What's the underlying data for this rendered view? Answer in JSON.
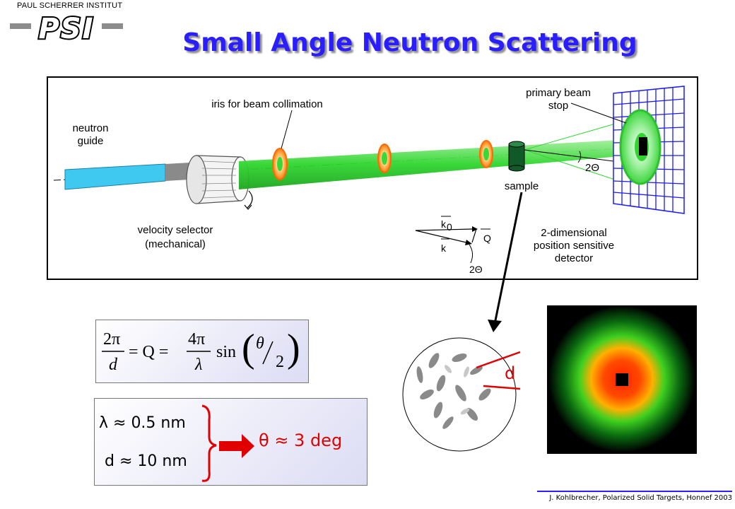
{
  "header": {
    "institute": "PAUL SCHERRER INSTITUT",
    "logo_text": "PSI",
    "title": "Small Angle Neutron Scattering"
  },
  "setup": {
    "labels": {
      "neutron_guide_1": "neutron",
      "neutron_guide_2": "guide",
      "iris": "iris for beam collimation",
      "beam_stop_1": "primary beam",
      "beam_stop_2": "stop",
      "sample": "sample",
      "selector_1": "velocity selector",
      "selector_2": "(mechanical)",
      "detector_1": "2-dimensional",
      "detector_2": "position sensitive",
      "detector_3": "detector",
      "two_theta": "2Θ",
      "k0": "k",
      "k0_sub": "0",
      "k": "k",
      "q": "Q"
    }
  },
  "formula": {
    "left_num": "2π",
    "left_den": "d",
    "middle": "= Q =",
    "right_num": "4π",
    "right_den": "λ",
    "func": "sin",
    "theta": "θ",
    "two": "2"
  },
  "values": {
    "lambda": "λ ≈ 0.5 nm",
    "d": "d ≈ 10 nm",
    "result": "θ ≈ 3 deg"
  },
  "sample_view": {
    "d_label": "d"
  },
  "footer": {
    "citation": "J. Kohlbrecher, Polarized Solid Targets, Honnef 2003"
  },
  "colors": {
    "title": "#2a1eff",
    "beam": "#33dd33",
    "guide": "#3fc8f0",
    "iris": "#ff8a1e",
    "detector_grid": "#1a1aff",
    "accent_red": "#e00000"
  }
}
